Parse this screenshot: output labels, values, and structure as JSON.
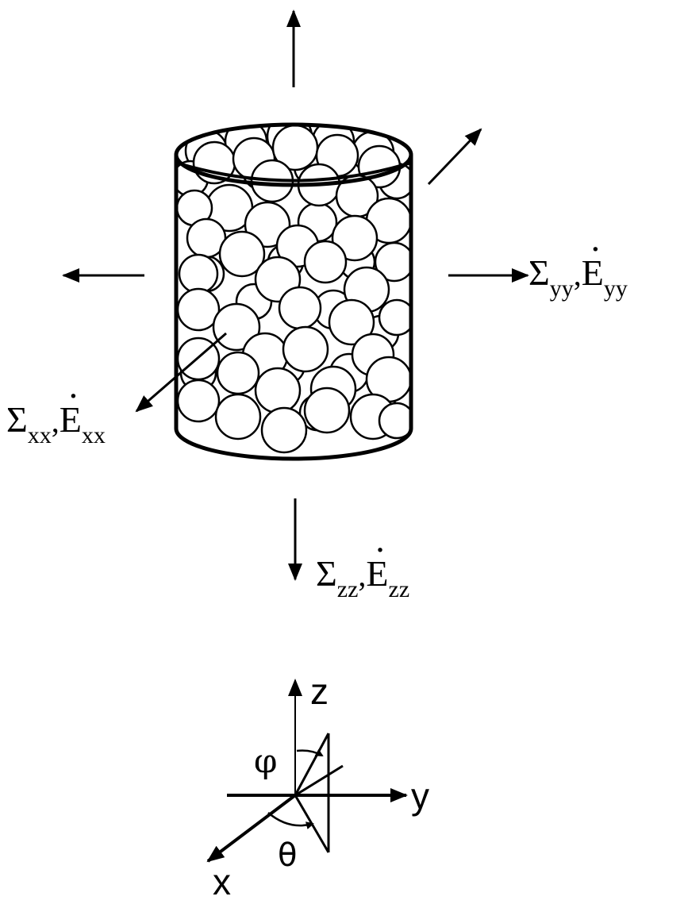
{
  "diagram": {
    "stress_labels": {
      "xx": {
        "sigma": "Σ",
        "sigma_sub": "xx",
        "edot": "E",
        "edot_sub": "xx"
      },
      "yy": {
        "sigma": "Σ",
        "sigma_sub": "yy",
        "edot": "E",
        "edot_sub": "yy"
      },
      "zz": {
        "sigma": "Σ",
        "sigma_sub": "zz",
        "edot": "E",
        "edot_sub": "zz"
      }
    },
    "axes": {
      "z": "z",
      "y": "y",
      "x": "x",
      "phi": "φ",
      "theta": "θ"
    }
  }
}
